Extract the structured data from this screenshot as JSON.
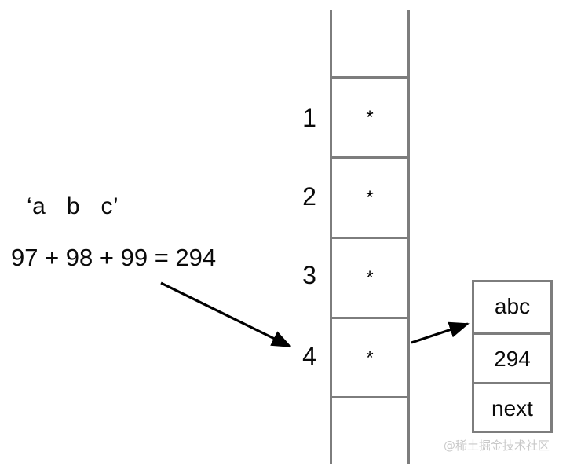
{
  "diagram": {
    "title": "Hash of string 'a b c' mapping to bucket 4 and its node",
    "left_text": {
      "chars": "‘a   b   c’",
      "sum_expression": "97 + 98 + 99 = 294"
    },
    "array": {
      "slot_marker": "*",
      "slots": [
        {
          "index": "1",
          "marker": "*"
        },
        {
          "index": "2",
          "marker": "*"
        },
        {
          "index": "3",
          "marker": "*"
        },
        {
          "index": "4",
          "marker": "*"
        }
      ]
    },
    "node": {
      "rows": [
        {
          "label": "abc"
        },
        {
          "label": "294"
        },
        {
          "label": "next"
        }
      ]
    },
    "arrows": [
      {
        "name": "sum-to-slot4",
        "from": "97 + 98 + 99 = 294",
        "to": "slot 4"
      },
      {
        "name": "slot4-to-node",
        "from": "slot 4",
        "to": "node abc"
      }
    ],
    "watermark": "@稀土掘金技术社区",
    "colors": {
      "line": "#7d7d7d",
      "text": "#0a0a0a",
      "arrow": "#000000",
      "watermark": "#c9c9c9",
      "background": "#ffffff"
    }
  }
}
